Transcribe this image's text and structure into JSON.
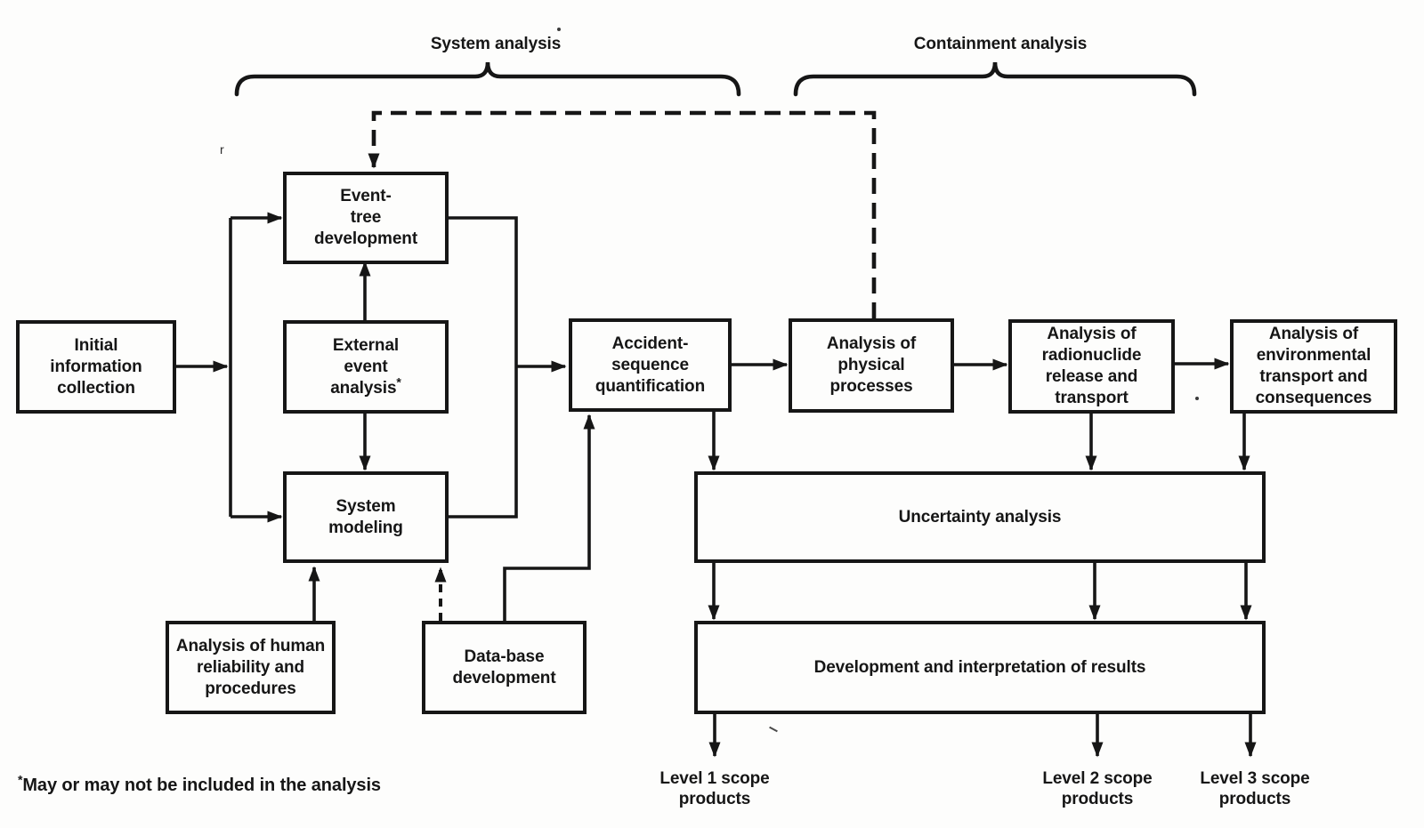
{
  "colors": {
    "ink": "#161616",
    "background": "#fdfdfc"
  },
  "braces": [
    {
      "label": "System analysis"
    },
    {
      "label": "Containment analysis"
    }
  ],
  "nodes": {
    "initial_information": {
      "label": "Initial\ninformation\ncollection"
    },
    "event_tree": {
      "label": "Event-\ntree\ndevelopment"
    },
    "external_event": {
      "label": "External\nevent\nanalysis",
      "marker": "*"
    },
    "system_modeling": {
      "label": "System\nmodeling"
    },
    "accident_sequence": {
      "label": "Accident-\nsequence\nquantification"
    },
    "physical_processes": {
      "label": "Analysis of\nphysical\nprocesses"
    },
    "radionuclide_release": {
      "label": "Analysis of\nradionuclide\nrelease and\ntransport"
    },
    "environmental_transport": {
      "label": "Analysis of\nenvironmental\ntransport and\nconsequences"
    },
    "uncertainty_analysis": {
      "label": "Uncertainty analysis"
    },
    "development_interpretation": {
      "label": "Development and interpretation of results"
    },
    "human_reliability": {
      "label": "Analysis of human\nreliability and\nprocedures"
    },
    "database_development": {
      "label": "Data-base\ndevelopment"
    }
  },
  "outputs": [
    {
      "label": "Level 1 scope\nproducts"
    },
    {
      "label": "Level 2 scope\nproducts"
    },
    {
      "label": "Level 3 scope\nproducts"
    }
  ],
  "footnote": {
    "marker": "*",
    "text": "May or may not be included in the analysis"
  },
  "artifacts": {
    "stray_mark": "r"
  }
}
